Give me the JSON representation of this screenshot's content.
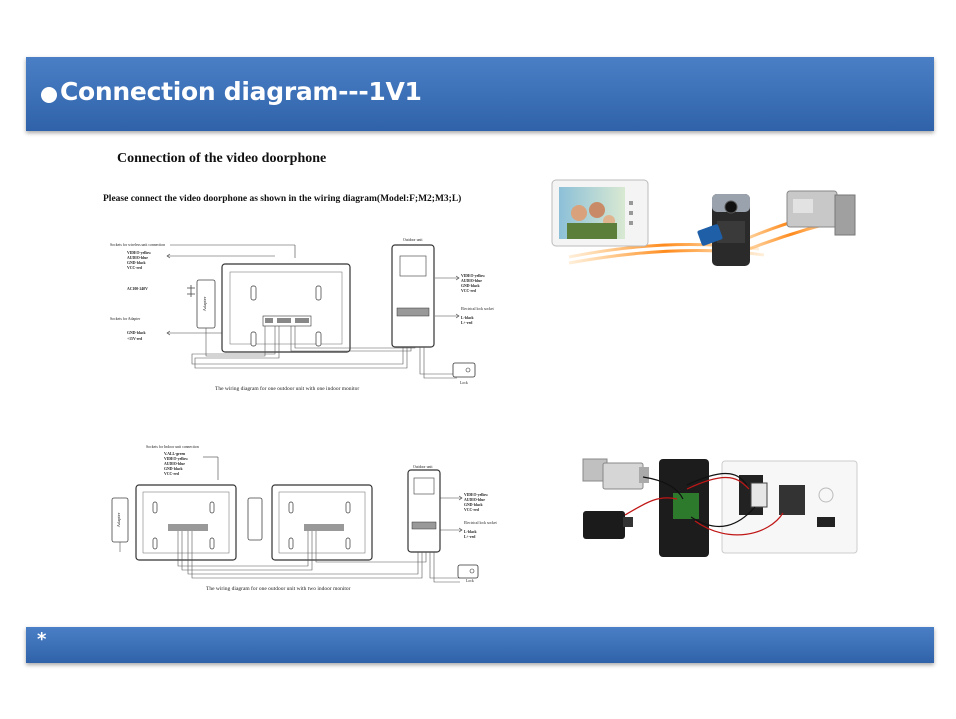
{
  "slide": {
    "title": "Connection diagram---1V1",
    "footer_mark": "*"
  },
  "doc": {
    "heading": "Connection of the video doorphone",
    "instruction": "Please connect the video doorphone as shown in the wiring diagram(Model:F;M2;M3;L)"
  },
  "diagram1": {
    "label_wireless": "Sockets for wireless unit connection",
    "wires_left": [
      "VIDEO-yellow",
      "AUDIO-blue",
      "GND-black",
      "VCC-red"
    ],
    "ac_label": "AC100-240V",
    "label_adapter_sockets": "Sockets for Adapter",
    "adapter_wires": [
      "GND-black",
      "+15V-red"
    ],
    "adapter": "Adapter",
    "indoor_unit": "Indoor unit",
    "outdoor_unit": "Outdoor unit",
    "wires_right": [
      "VIDEO-yellow",
      "AUDIO-blue",
      "GND-black",
      "VCC-red"
    ],
    "lock_socket_label": "Electrical lock socket",
    "lock_wires": [
      "L-black",
      "L+-red"
    ],
    "lock": "Lock",
    "caption": "The wiring diagram for one outdoor unit with one indoor monitor"
  },
  "diagram2": {
    "label_indoor_sockets": "Sockets for Indoor unit connection",
    "wires_left": [
      "V.ALL-green",
      "VIDEO-yellow",
      "AUDIO-blue",
      "GND-black",
      "VCC-red"
    ],
    "adapter": "Adapter",
    "indoor_unit_a": "Indoor unit",
    "indoor_unit_b": "Indoor unit",
    "outdoor_unit": "Outdoor unit",
    "wires_right": [
      "VIDEO-yellow",
      "AUDIO-blue",
      "GND-black",
      "VCC-red"
    ],
    "lock_socket_label": "Electrical lock socket",
    "lock_wires": [
      "L-black",
      "L+-red"
    ],
    "lock": "Lock",
    "caption": "The wiring diagram for one outdoor unit with two indoor monitor"
  }
}
